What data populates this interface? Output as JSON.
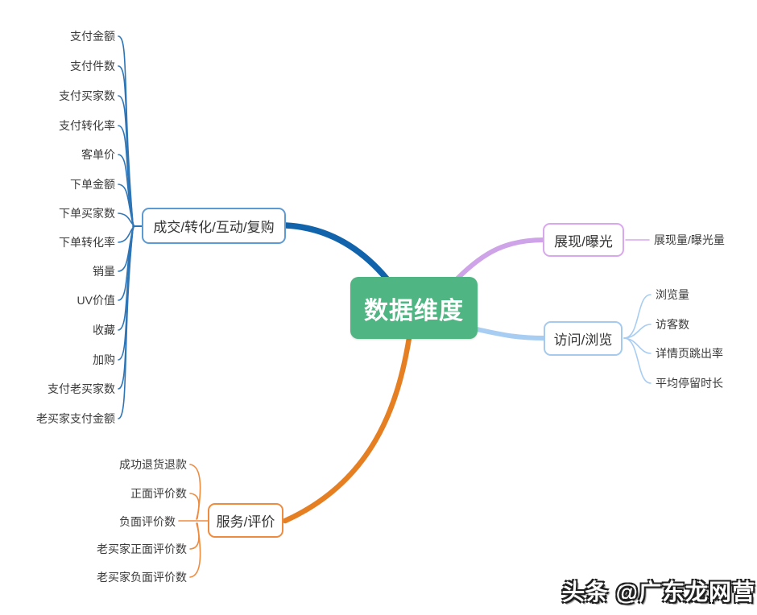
{
  "central": {
    "label": "数据维度",
    "bg_color": "#4eb583",
    "text_color": "#ffffff"
  },
  "branches": [
    {
      "label": "成交/转化/互动/复购",
      "side": "left",
      "border_color": "#5b9bd5",
      "leaf_line_color": "#2e75b6",
      "trunk_color": "#1164ab",
      "leaves": [
        "支付金额",
        "支付件数",
        "支付买家数",
        "支付转化率",
        "客单价",
        "下单金额",
        "下单买家数",
        "下单转化率",
        "销量",
        "UV价值",
        "收藏",
        "加购",
        "支付老买家数",
        "老买家支付金额"
      ]
    },
    {
      "label": "展现/曝光",
      "side": "right",
      "border_color": "#d9a7ee",
      "leaf_line_color": "#d9a7ee",
      "trunk_color": "#cfa3e8",
      "leaves": [
        "展现量/曝光量"
      ]
    },
    {
      "label": "访问/浏览",
      "side": "right",
      "border_color": "#a6c9ee",
      "leaf_line_color": "#a8cdf2",
      "trunk_color": "#a8cdf2",
      "leaves": [
        "浏览量",
        "访客数",
        "详情页跳出率",
        "平均停留时长"
      ]
    },
    {
      "label": "服务/评价",
      "side": "left",
      "border_color": "#ee8b3e",
      "leaf_line_color": "#ee8b3e",
      "trunk_color": "#e67e22",
      "leaves": [
        "成功退货退款",
        "正面评价数",
        "负面评价数",
        "老买家正面评价数",
        "老买家负面评价数"
      ]
    }
  ],
  "watermark": "头条 @广东龙网营"
}
